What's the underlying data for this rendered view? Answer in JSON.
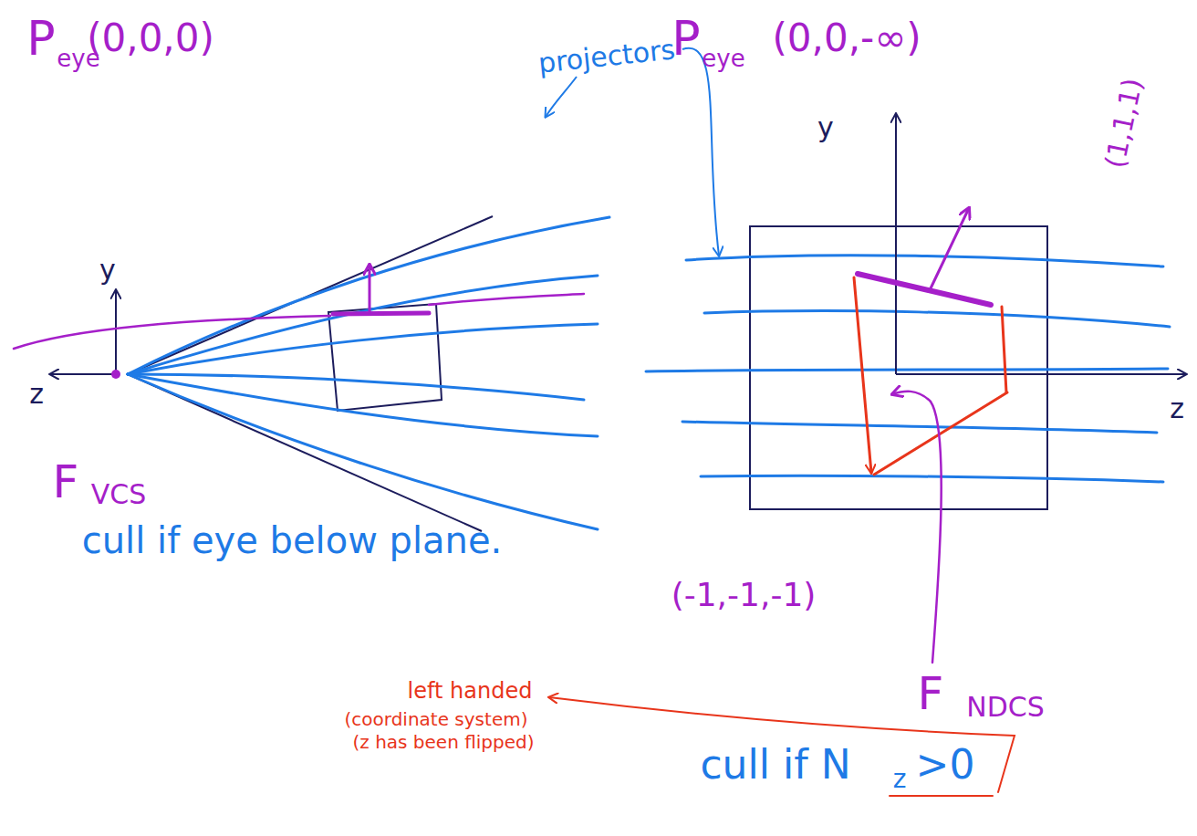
{
  "diagram": {
    "labels": [
      "P",
      "eye",
      "(0,0,0)",
      "P",
      "eye",
      "(0,0,-∞)",
      "projectors",
      "y",
      "y",
      "(1,1,1)",
      "z",
      "z",
      "F",
      "VCS",
      "(-1,-1,-1)",
      "cull if eye below plane.",
      "F",
      "NDCS",
      "left handed",
      "(coordinate system)",
      "(z has been flipped)",
      "cull if N",
      "z",
      ">0"
    ]
  }
}
